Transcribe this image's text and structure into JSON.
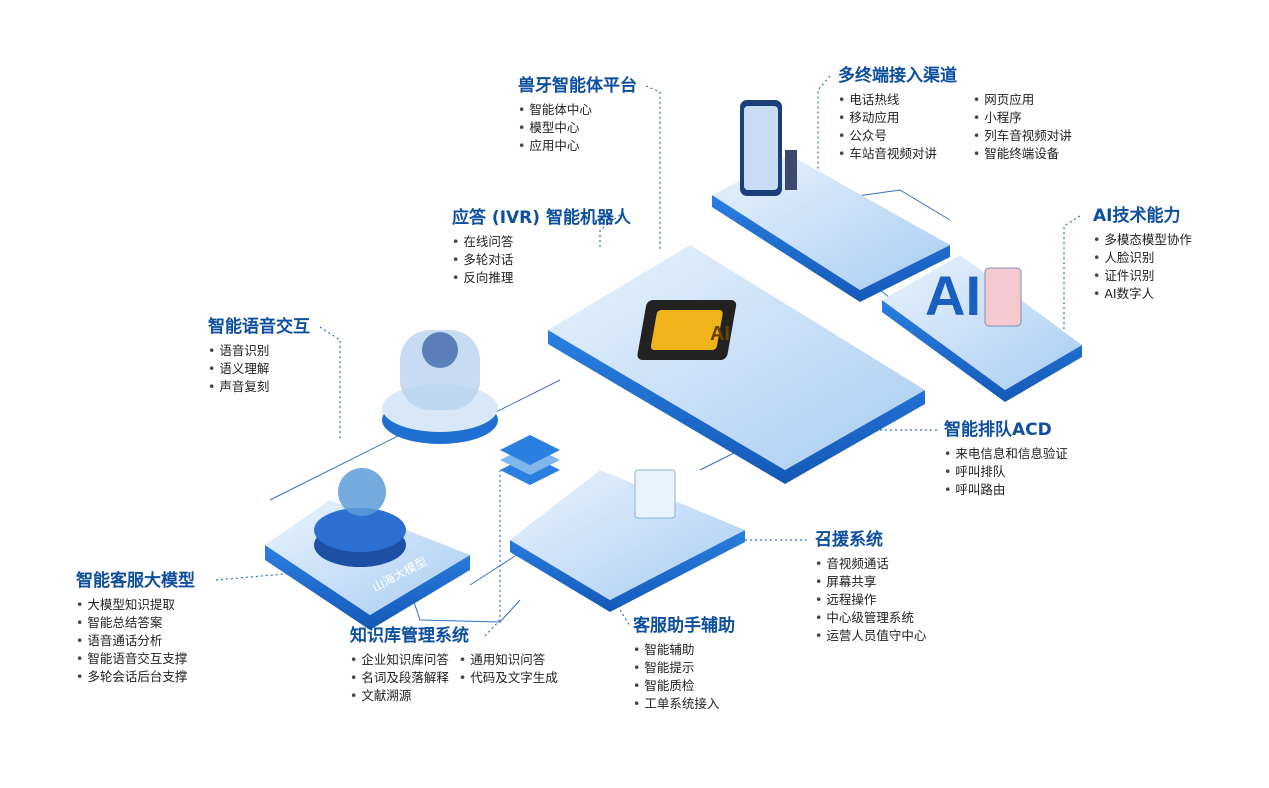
{
  "modules": {
    "agent_platform": {
      "title": "兽牙智能体平台",
      "items": [
        "智能体中心",
        "模型中心",
        "应用中心"
      ]
    },
    "multi_channel": {
      "title": "多终端接入渠道",
      "col1": [
        "电话热线",
        "移动应用",
        "公众号",
        "车站音视频对讲"
      ],
      "col2": [
        "网页应用",
        "小程序",
        "列车音视频对讲",
        "智能终端设备"
      ]
    },
    "ivr_robot": {
      "title": "应答 (IVR) 智能机器人",
      "items": [
        "在线问答",
        "多轮对话",
        "反向推理"
      ]
    },
    "ai_tech": {
      "title": "AI技术能力",
      "items": [
        "多模态模型协作",
        "人脸识别",
        "证件识别",
        "AI数字人"
      ]
    },
    "voice_interaction": {
      "title": "智能语音交互",
      "items": [
        "语音识别",
        "语义理解",
        "声音复刻"
      ]
    },
    "acd": {
      "title": "智能排队ACD",
      "items": [
        "来电信息和信息验证",
        "呼叫排队",
        "呼叫路由"
      ]
    },
    "rescue": {
      "title": "召援系统",
      "items": [
        "音视频通话",
        "屏幕共享",
        "远程操作",
        "中心级管理系统",
        "运营人员值守中心"
      ]
    },
    "llm": {
      "title": "智能客服大模型",
      "items": [
        "大模型知识提取",
        "智能总结答案",
        "语音通话分析",
        "智能语音交互支撑",
        "多轮会话后台支撑"
      ]
    },
    "knowledge": {
      "title": "知识库管理系统",
      "col1": [
        "企业知识库问答",
        "名词及段落解释",
        "文献溯源"
      ],
      "col2": [
        "通用知识问答",
        "代码及文字生成"
      ]
    },
    "assistant": {
      "title": "客服助手辅助",
      "items": [
        "智能辅助",
        "智能提示",
        "智能质检",
        "工单系统接入"
      ]
    }
  },
  "labels": {
    "chip": "AI",
    "ai_sign": "AI",
    "base_label": "山海大模型"
  },
  "colors": {
    "title": "#0d4f9e",
    "platform_top": "#cfe3f7",
    "platform_side": "#1f6fd0",
    "accent": "#f0b31a"
  }
}
